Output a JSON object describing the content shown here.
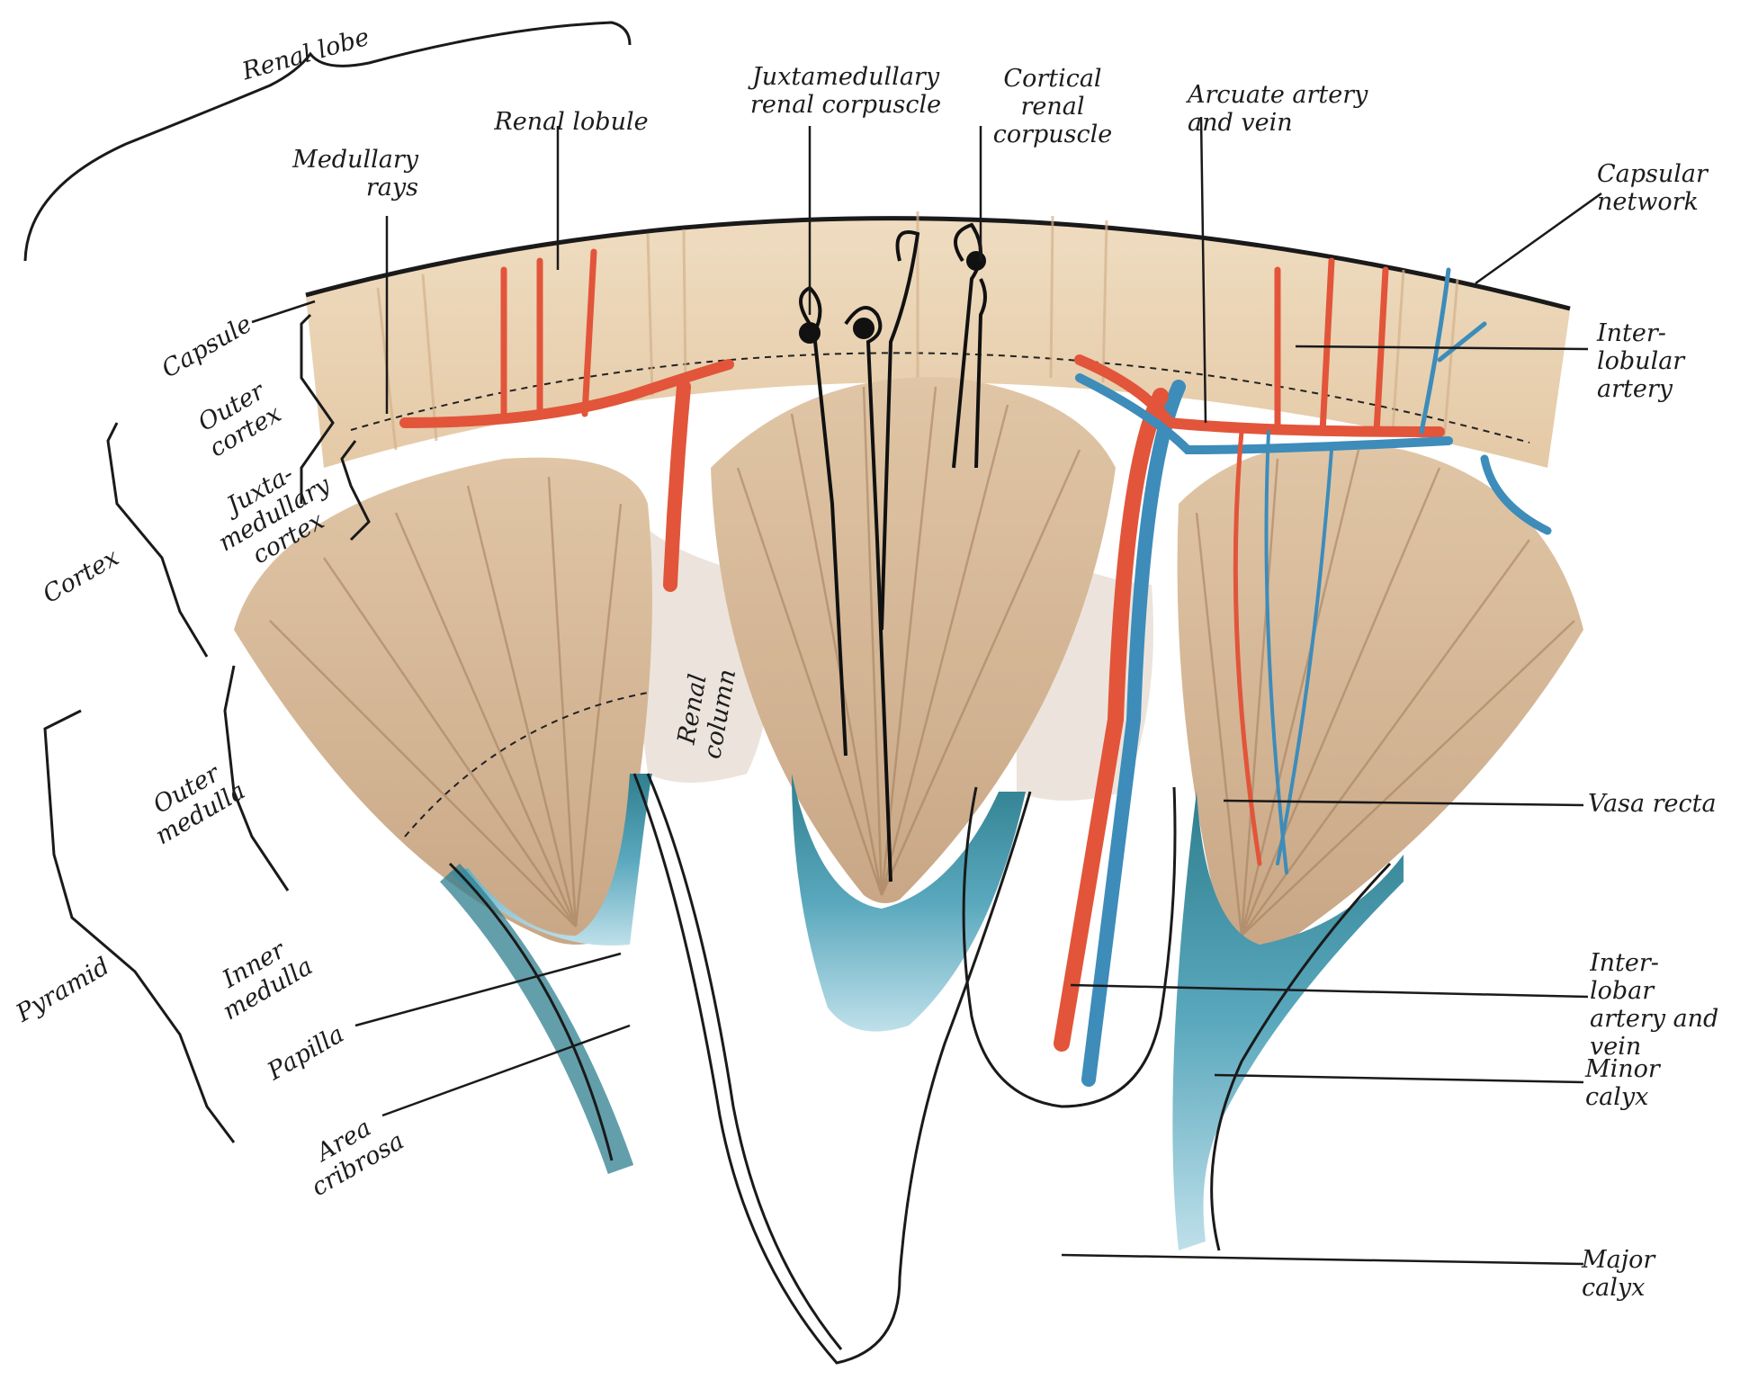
{
  "figure": {
    "colors": {
      "capsule_band": "#e9d2b2",
      "pyramid": "#dcbf9f",
      "pyramid_streak": "#a27c5a",
      "renal_column": "#ece4dc",
      "artery": "#e2553a",
      "vein": "#3d8cba",
      "calyx_fill": "#38889a",
      "calyx_light": "#a9d4e1",
      "nephron": "#111111"
    },
    "labels": {
      "renal_lobe": "Renal lobe",
      "renal_lobule": "Renal lobule",
      "medullary_rays": "Medullary\nrays",
      "juxtamedullary_corpuscle": "Juxtamedullary\nrenal corpuscle",
      "cortical_corpuscle": "Cortical\nrenal corpuscle",
      "arcuate": "Arcuate artery\nand vein",
      "capsular_network": "Capsular\nnetwork",
      "capsule": "Capsule",
      "outer_cortex": "Outer\ncortex",
      "juxtamedullary_cortex": "Juxta-\nmedullary\ncortex",
      "cortex": "Cortex",
      "renal_column": "Renal\ncolumn",
      "outer_medulla": "Outer\nmedulla",
      "inner_medulla": "Inner\nmedulla",
      "pyramid": "Pyramid",
      "papilla": "Papilla",
      "area_cribrosa": "Area\ncribrosa",
      "interlobular_artery": "Inter-\nlobular\nartery",
      "vasa_recta": "Vasa recta",
      "interlobar": "Inter-\nlobar\nartery and vein",
      "minor_calyx": "Minor\ncalyx",
      "major_calyx": "Major\ncalyx"
    }
  }
}
